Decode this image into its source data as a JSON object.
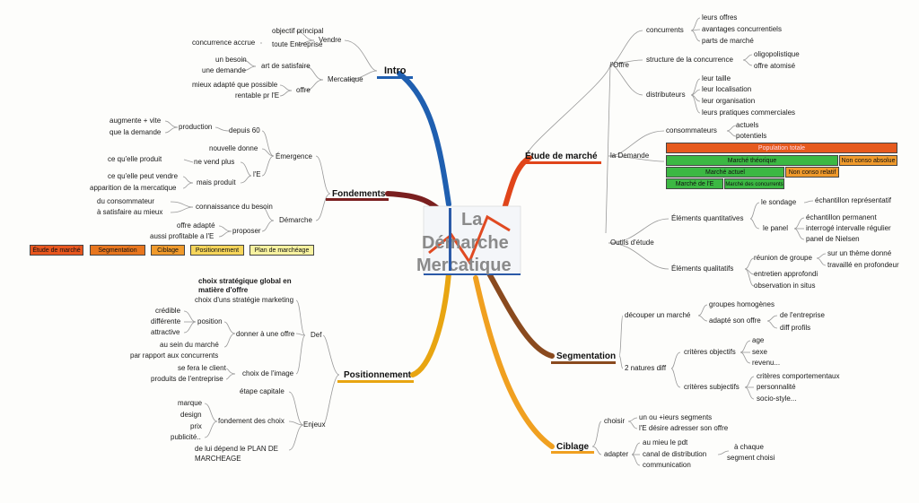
{
  "center_title": {
    "line1": "La",
    "line2": "Démarche",
    "line3": "Mercatique"
  },
  "branches": {
    "intro": "Intro",
    "fondements": "Fondements",
    "positionnement": "Positionnement",
    "etude": "Étude de marché",
    "segmentation": "Segmentation",
    "ciblage": "Ciblage"
  },
  "intro": {
    "vendre": "Vendre",
    "objectif": "objectif principal",
    "toute_entreprise": "toute Entreprise",
    "concurrence": "concurrence accrue",
    "mercatique": "Mercatique",
    "art": "art de satisfaire",
    "besoin": "un besoin",
    "demande": "une demande",
    "offre": "offre",
    "mieux": "mieux adapté que possible",
    "rentable": "rentable pr l'E"
  },
  "fondements": {
    "emergence": "Émergence",
    "depuis60": "depuis 60",
    "production": "production",
    "augmente": "augmente + vite",
    "que_demande": "que la demande",
    "nouvelle": "nouvelle donne",
    "ne_vend": "ne vend plus",
    "produit1": "ce qu'elle produit",
    "lE": "l'E",
    "mais": "mais produit",
    "peut_vendre": "ce qu'elle peut vendre",
    "apparition": "apparition de la mercatique",
    "demarche": "Démarche",
    "connaissance": "connaissance du besoin",
    "consommateur": "du consommateur",
    "satisfaire": "à satisfaire au mieux",
    "proposer": "proposer",
    "offre_adapte": "offre adapté",
    "aussi": "aussi profitable a l'E",
    "steps": [
      "Étude de marché",
      "Segmentation",
      "Ciblage",
      "Positionnement",
      "Plan de marchéage"
    ]
  },
  "positionnement": {
    "choix_global_1": "choix stratégique global en",
    "choix_global_2": "matière d'offre",
    "def": "Def",
    "choix_strat": "choix d'uns stratégie marketing",
    "donner": "donner à une offre",
    "position": "position",
    "credible": "crédible",
    "differente": "différente",
    "attractive": "attractive",
    "au_sein": "au sein du marché",
    "par_rapport": "par rapport aux concurrents",
    "choix_image": "choix de l'image",
    "se_fera": "se fera le client",
    "produits": "produits de l'entreprise",
    "enjeux": "Enjeux",
    "etape": "étape capitale",
    "fondement": "fondement des choix",
    "marque": "marque",
    "design": "design",
    "prix": "prix",
    "publicite": "publicité..",
    "depend_1": "de lui dépend le PLAN DE",
    "depend_2": "MARCHEAGE"
  },
  "etude": {
    "offre": "l'Offre",
    "concurrents": "concurrents",
    "leurs_offres": "leurs offres",
    "avantages": "avantages concurrentiels",
    "parts": "parts de marché",
    "structure": "structure de la concurrence",
    "oligo": "oligopolistique",
    "atomise": "offre atomisé",
    "distributeurs": "distributeurs",
    "taille": "leur taille",
    "localisation": "leur localisation",
    "organisation": "leur organisation",
    "pratiques": "leurs pratiques  commerciales",
    "la_demande": "la Demande",
    "consommateurs": "consommateurs",
    "actuels": "actuels",
    "potentiels": "potentiels",
    "pop_totale": "Population totale",
    "marche_theorique": "Marché théorique",
    "non_conso_absolue": "Non conso absolue",
    "marche_actuel": "Marché actuel",
    "non_conso_relatif": "Non conso relatif",
    "marche_E": "Marché de l'E",
    "marche_concurrents": "Marché des concurrents",
    "outils": "Outils d'étude",
    "quantitatives": "Éléments quantitatives",
    "sondage": "le sondage",
    "echantillon_rep": "échantillon représentatif",
    "panel": "le panel",
    "echantillon_perm": "échantillon permanent",
    "interroge": "interrogé intervalle régulier",
    "nielsen": "panel de Nielsen",
    "qualitatifs": "Éléments qualitatifs",
    "reunion": "réunion de groupe",
    "theme": "sur un thème donné",
    "travaille": "travaillé en profondeur",
    "entretien": "entretien approfondi",
    "observation": "observation in situs"
  },
  "segmentation": {
    "decouper": "découper un marché",
    "groupes": "groupes homogènes",
    "adapte": "adapté son offre",
    "de_entreprise": "de l'entreprise",
    "diff_profils": "diff profils",
    "natures": "2 natures diff",
    "objectifs": "critères objectifs",
    "age": "age",
    "sexe": "sexe",
    "revenu": "revenu...",
    "subjectifs": "critères subjectifs",
    "comportementaux": "critères comportementaux",
    "personnalite": "personnalité",
    "socio": "socio-style..."
  },
  "ciblage": {
    "choisir": "choisir",
    "segments": "un ou +ieurs segments",
    "adresser": "l'E désire adresser son offre",
    "adapter": "adapter",
    "mieu": "au mieu le pdt",
    "canal": "canal de distribution",
    "communication": "communication",
    "a_chaque": "à chaque",
    "segment_choisi": "segment choisi"
  },
  "colors": {
    "intro": "#1f5fb0",
    "fondements": "#7a1f1f",
    "positionnement": "#e8a511",
    "etude": "#e0451a",
    "segmentation": "#8a4a1e",
    "ciblage": "#f0a020",
    "step_red": "#e8561e",
    "step_orange": "#f09a2c",
    "step_yellow": "#f6d55a",
    "step_pale": "#f7f2a0",
    "green": "#3cb843",
    "pop_red": "#e65a1e"
  }
}
